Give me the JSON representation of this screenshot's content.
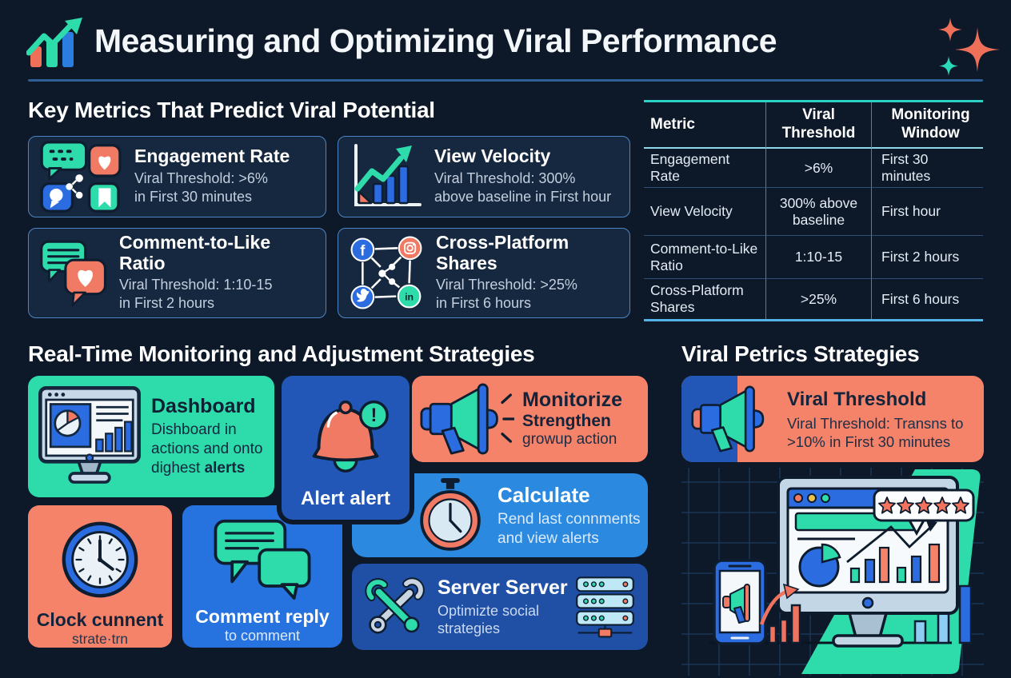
{
  "header": {
    "title": "Measuring and Optimizing Viral Performance"
  },
  "icons": [
    "growth-chart-icon",
    "sparkles-icon",
    "engagement-bubbles-icon",
    "comment-like-bubbles-icon",
    "social-network-icon",
    "dashboard-monitor-icon",
    "alert-bell-icon",
    "megaphone-icon",
    "stopwatch-icon",
    "clock-icon",
    "comment-reply-icon",
    "wrench-tools-icon",
    "server-stack-icon",
    "analytics-illustration"
  ],
  "key_metrics": {
    "heading": "Key Metrics That Predict Viral Potential",
    "cards": [
      {
        "icon": "engagement-bubbles-icon",
        "title": "Engagement Rate",
        "sub1": "Viral Threshold: >6%",
        "sub2": "in First 30 minutes"
      },
      {
        "icon": "growth-chart-icon",
        "title": "View Velocity",
        "sub1": "Viral Threshold: 300%",
        "sub2": "above baseline in First hour"
      },
      {
        "icon": "comment-like-bubbles-icon",
        "title": "Comment-to-Like Ratio",
        "sub1": "Viral Threshold: 1:10-15",
        "sub2": "in First 2 hours"
      },
      {
        "icon": "social-network-icon",
        "title": "Cross-Platform Shares",
        "sub1": "Viral Threshold: >25%",
        "sub2": "in First 6 hours"
      }
    ]
  },
  "metrics_table": {
    "columns": [
      "Metric",
      "Viral Threshold",
      "Monitoring Window"
    ],
    "rows": [
      [
        "Engagement Rate",
        ">6%",
        "First 30 minutes"
      ],
      [
        "View Velocity",
        "300% above baseline",
        "First hour"
      ],
      [
        "Comment-to-Like Ratio",
        "1:10-15",
        "First 2 hours"
      ],
      [
        "Cross-Platform Shares",
        ">25%",
        "First 6 hours"
      ]
    ]
  },
  "monitoring": {
    "heading": "Real-Time Monitoring and Adjustment Strategies",
    "cards": {
      "dashboard": {
        "icon": "dashboard-monitor-icon",
        "title": "Dashboard",
        "body": "Dishboard in actions and onto dighest",
        "body_bold": "alerts"
      },
      "alert": {
        "icon": "alert-bell-icon",
        "title": "Alert alert",
        "badge_glyph": "!"
      },
      "monitorize": {
        "icon": "megaphone-icon",
        "title": "Monitorize",
        "subtitle": "Strengthen",
        "body": "growup action"
      },
      "calculate": {
        "icon": "stopwatch-icon",
        "title": "Calculate",
        "body": "Rend last connments and view alerts"
      },
      "clock": {
        "icon": "clock-icon",
        "title": "Clock cunnent",
        "body": "strate·trn"
      },
      "comment": {
        "icon": "comment-reply-icon",
        "title": "Comment reply",
        "body": "to comment"
      },
      "server": {
        "icon": "wrench-tools-icon",
        "icon2": "server-stack-icon",
        "title": "Server Server",
        "body": "Optimizte social strategies"
      }
    }
  },
  "viral": {
    "heading": "Viral Petrics Strategies",
    "threshold_card": {
      "icon": "megaphone-icon",
      "title": "Viral Threshold",
      "body": "Viral Threshold: Transns to >10% in First 30 minutes"
    },
    "illustration": {
      "star_rating_count": 5
    }
  },
  "social_glyphs": {
    "facebook": "f",
    "linkedin": "in"
  },
  "colors": {
    "background": "#0d1929",
    "panel": "#15283f",
    "panel_border": "#4d86c2",
    "teal": "#2edcab",
    "salmon": "#f07a63",
    "blue": "#2b6de0",
    "alert_blue": "#2257b8",
    "calculate_blue": "#2b8ae0",
    "comment_blue": "#2673e0",
    "server_blue": "#1f50a6",
    "table_top_border": "#2bd1c5",
    "table_bottom_border": "#53b2e8"
  }
}
